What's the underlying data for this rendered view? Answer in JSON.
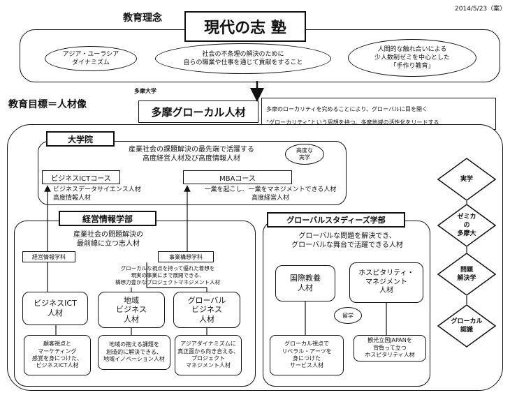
{
  "date": "2014/5/23（案）",
  "philosophy": {
    "heading": "教育理念",
    "title": "現代の志 塾",
    "ellipse1": "アジア・ユーラシア\nダイナミズム",
    "ellipse2": "社会の不条理の解決のために\n自らの職業や仕事を通じて貢献をすること",
    "ellipse3": "人間的な触れ合いによる\n少人数制ゼミを中心とした\n「手作り教育」"
  },
  "goal": {
    "heading": "教育目標＝人材像",
    "univ_label": "多摩大学",
    "title": "多摩グローカル人材",
    "desc": "多摩のローカリティを究めることにより、グローバルに目を開く\n“グローカリティ”という思想を持つ、多摩地域の活性化をリードする\nグローバル人材"
  },
  "graduate": {
    "title": "大学院",
    "desc": "産業社会の課題解決の最先端で活躍する\n高度経営人材及び高度情報人材",
    "badge": "高度な\n実学",
    "course1": "ビジネスICTコース",
    "course1_desc": "ビジネスデータサイエンス人材\n高度情報人材",
    "course2": "MBAコース",
    "course2_desc": "一業を起こし、一業をマネジメントできる人材\n高度経営人材"
  },
  "management": {
    "title": "経営情報学部",
    "desc": "産業社会の問題解決の\n最前線に立つ志人材",
    "dept1": "経営情報学科",
    "dept2": "事業構想学科",
    "dept2_desc": "グローカルな視点を持って優れた着想を\n現実の事業にまで展開できる、\n構想力豊かなプロジェクトマネジメント人材",
    "talent1": "ビジネスICT\n人材",
    "talent1_desc": "顧客視点と\nマーケティング\n感覚を身につけた、\nビジネスICT人材",
    "talent2": "地域\nビジネス\n人材",
    "talent2_desc": "地域の抱える課題を\n創造的に解決できる、\n地域イノベーション人材",
    "talent3": "グローバル\nビジネス\n人材",
    "talent3_desc": "アジアダイナミズムに\n真正面から向き合える、\nプロジェクト\nマネジメント人材"
  },
  "global": {
    "title": "グローバルスタディーズ学部",
    "desc": "グローバルな問題を解決でき、\nグローバルな舞台で活躍できる人材",
    "talent1": "国際教養\n人材",
    "talent2": "ホスピタリティ・\nマネジメント\n人材",
    "study_abroad": "留学",
    "talent1_desc": "グローカル視点で\nリベラル・アーツを\n身につけた\nサービス人材",
    "talent2_desc": "観光立国JAPANを\n背負って立つ\nホスピタリティ人材"
  },
  "diamonds": [
    "実学",
    "ゼミカ\nの\n多摩大",
    "問題\n解決学",
    "グローカル\n認識"
  ]
}
